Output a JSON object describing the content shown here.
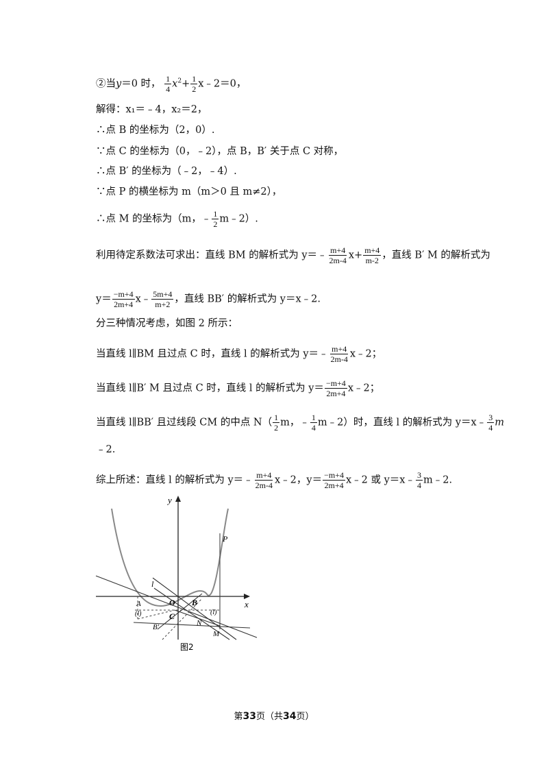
{
  "lines": {
    "l1_a": "②当",
    "l1_b": "y",
    "l1_c": "＝0 时，",
    "l1_f1n": "1",
    "l1_f1d": "4",
    "l1_x": "x",
    "l1_sup": "2",
    "l1_plus": "+",
    "l1_f2n": "1",
    "l1_f2d": "2",
    "l1_tail": "x﹣2＝0，",
    "l2": "解得：x₁＝﹣4，x₂＝2，",
    "l3": "∴点 B 的坐标为（2，0）.",
    "l4": "∵点 C 的坐标为（0，﹣2），点 B，B′ 关于点 C 对称，",
    "l5": "∴点 B′ 的坐标为（﹣2，﹣4）.",
    "l6": "∵点 P 的横坐标为 m（m＞0 且 m≠2），",
    "l7_a": "∴点 M 的坐标为（m，﹣",
    "l7_fn": "1",
    "l7_fd": "2",
    "l7_b": "m﹣2）.",
    "l8_a": "利用待定系数法可求出：直线 BM 的解析式为 y＝﹣",
    "l8_f1n": "m+4",
    "l8_f1d": "2m-4",
    "l8_b": "x+",
    "l8_f2n": "m+4",
    "l8_f2d": "m-2",
    "l8_c": "，直线 B′ M 的解析式为",
    "l9_a": "y＝",
    "l9_f1n": "−m+4",
    "l9_f1d": "2m+4",
    "l9_b": "x﹣",
    "l9_f2n": "5m+4",
    "l9_f2d": "m+2",
    "l9_c": "，直线 BB′ 的解析式为 y＝x﹣2.",
    "l10": "分三种情况考虑，如图 2 所示：",
    "l11_a": "当直线 l∥BM 且过点 C 时，直线 l 的解析式为 y＝﹣",
    "l11_fn": "m+4",
    "l11_fd": "2m-4",
    "l11_b": "x﹣2；",
    "l12_a": "当直线 l∥B′ M 且过点 C 时，直线 l 的解析式为 y＝",
    "l12_fn": "−m+4",
    "l12_fd": "2m+4",
    "l12_b": "x﹣2；",
    "l13_a": "当直线 l∥BB′ 且过线段 CM 的中点 N（",
    "l13_f1n": "1",
    "l13_f1d": "2",
    "l13_b": "m，﹣",
    "l13_f2n": "1",
    "l13_f2d": "4",
    "l13_c": "m﹣2）时，直线 l 的解析式为 y＝x﹣",
    "l13_f3n": "3",
    "l13_f3d": "4",
    "l13_d": "m",
    "l14": "﹣2.",
    "l15_a": "综上所述：直线 l 的解析式为 y＝﹣",
    "l15_f1n": "m+4",
    "l15_f1d": "2m-4",
    "l15_b": "x﹣2，y＝",
    "l15_f2n": "−m+4",
    "l15_f2d": "2m+4",
    "l15_c": "x﹣2 或 y＝x﹣",
    "l15_f3n": "3",
    "l15_f3d": "4",
    "l15_d": "m﹣2."
  },
  "figure": {
    "axis_y": "y",
    "axis_x": "x",
    "P": "P",
    "l": "l",
    "A": "A",
    "O": "O",
    "B": "B",
    "C": "C",
    "l_left": "(l)",
    "l_right": "(l)",
    "N": "N",
    "Bp": "B′",
    "M": "M",
    "caption": "图2"
  },
  "footer": {
    "pre": "第",
    "page": "33",
    "mid": "页（共",
    "total": "34",
    "post": "页）"
  }
}
